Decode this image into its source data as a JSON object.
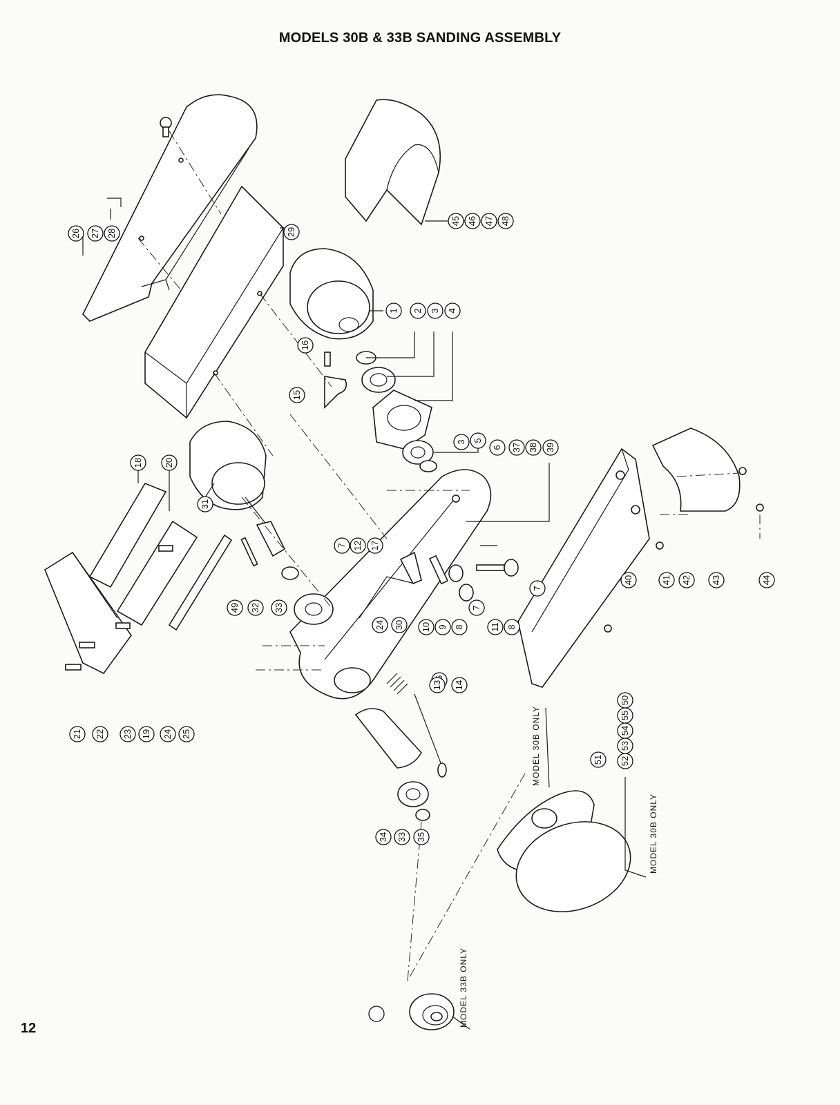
{
  "title": "MODELS 30B & 33B SANDING ASSEMBLY",
  "page_number": "12",
  "notes": {
    "model_30b_only_a": "MODEL 30B ONLY",
    "model_30b_only_b": "MODEL 30B ONLY",
    "model_33b_only": "MODEL 33B ONLY"
  },
  "callouts": [
    "1",
    "2",
    "3",
    "4",
    "3",
    "5",
    "6",
    "37",
    "38",
    "39",
    "16",
    "15",
    "26",
    "27",
    "28",
    "29",
    "45",
    "46",
    "47",
    "48",
    "18",
    "20",
    "31",
    "7",
    "12",
    "17",
    "7",
    "8",
    "9",
    "10",
    "8",
    "11",
    "7",
    "49",
    "32",
    "33",
    "24",
    "30",
    "36",
    "13",
    "14",
    "21",
    "22",
    "23",
    "19",
    "24",
    "25",
    "40",
    "41",
    "42",
    "43",
    "44",
    "34",
    "33",
    "35",
    "51",
    "52",
    "53",
    "54",
    "55",
    "50"
  ]
}
